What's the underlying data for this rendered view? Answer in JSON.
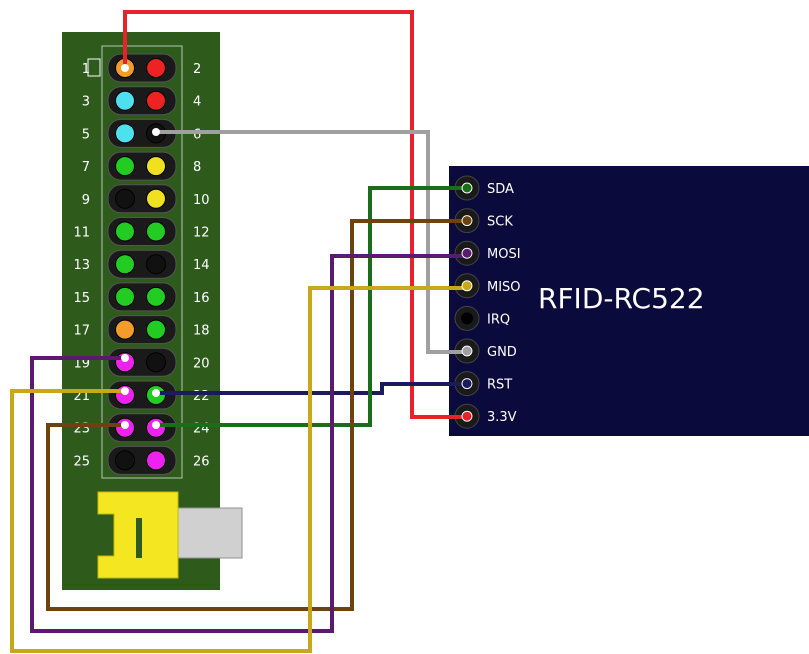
{
  "gpio_header": {
    "pin_numbers_left": [
      "1",
      "3",
      "5",
      "7",
      "9",
      "11",
      "13",
      "15",
      "17",
      "19",
      "21",
      "23",
      "25"
    ],
    "pin_numbers_right": [
      "2",
      "4",
      "6",
      "8",
      "10",
      "12",
      "14",
      "16",
      "18",
      "20",
      "22",
      "24",
      "26"
    ],
    "pin_colors_left": [
      "#f39c2c",
      "#4fe0f0",
      "#4fe0f0",
      "#22cc22",
      "#111111",
      "#22cc22",
      "#22cc22",
      "#22cc22",
      "#f39c2c",
      "#ee22ee",
      "#ee22ee",
      "#ee22ee",
      "#111111"
    ],
    "pin_colors_right": [
      "#ee2222",
      "#ee2222",
      "#111111",
      "#f0e020",
      "#f0e020",
      "#22cc22",
      "#111111",
      "#22cc22",
      "#22cc22",
      "#111111",
      "#22cc22",
      "#ee22ee",
      "#ee22ee"
    ]
  },
  "rfid_module": {
    "title": "RFID-RC522",
    "pins": [
      "SDA",
      "SCK",
      "MOSI",
      "MISO",
      "IRQ",
      "GND",
      "RST",
      "3.3V"
    ]
  },
  "colors": {
    "board": "#2e5a1c",
    "module": "#0a0a3c",
    "wire_red": "#e8222a",
    "wire_gray": "#a0a0a0",
    "wire_green": "#1a6e1a",
    "wire_brown": "#6b4210",
    "wire_purple": "#5a1a6e",
    "wire_gold": "#c8a818",
    "wire_navy": "#1a1a5c",
    "connector_yellow": "#f5e622"
  }
}
